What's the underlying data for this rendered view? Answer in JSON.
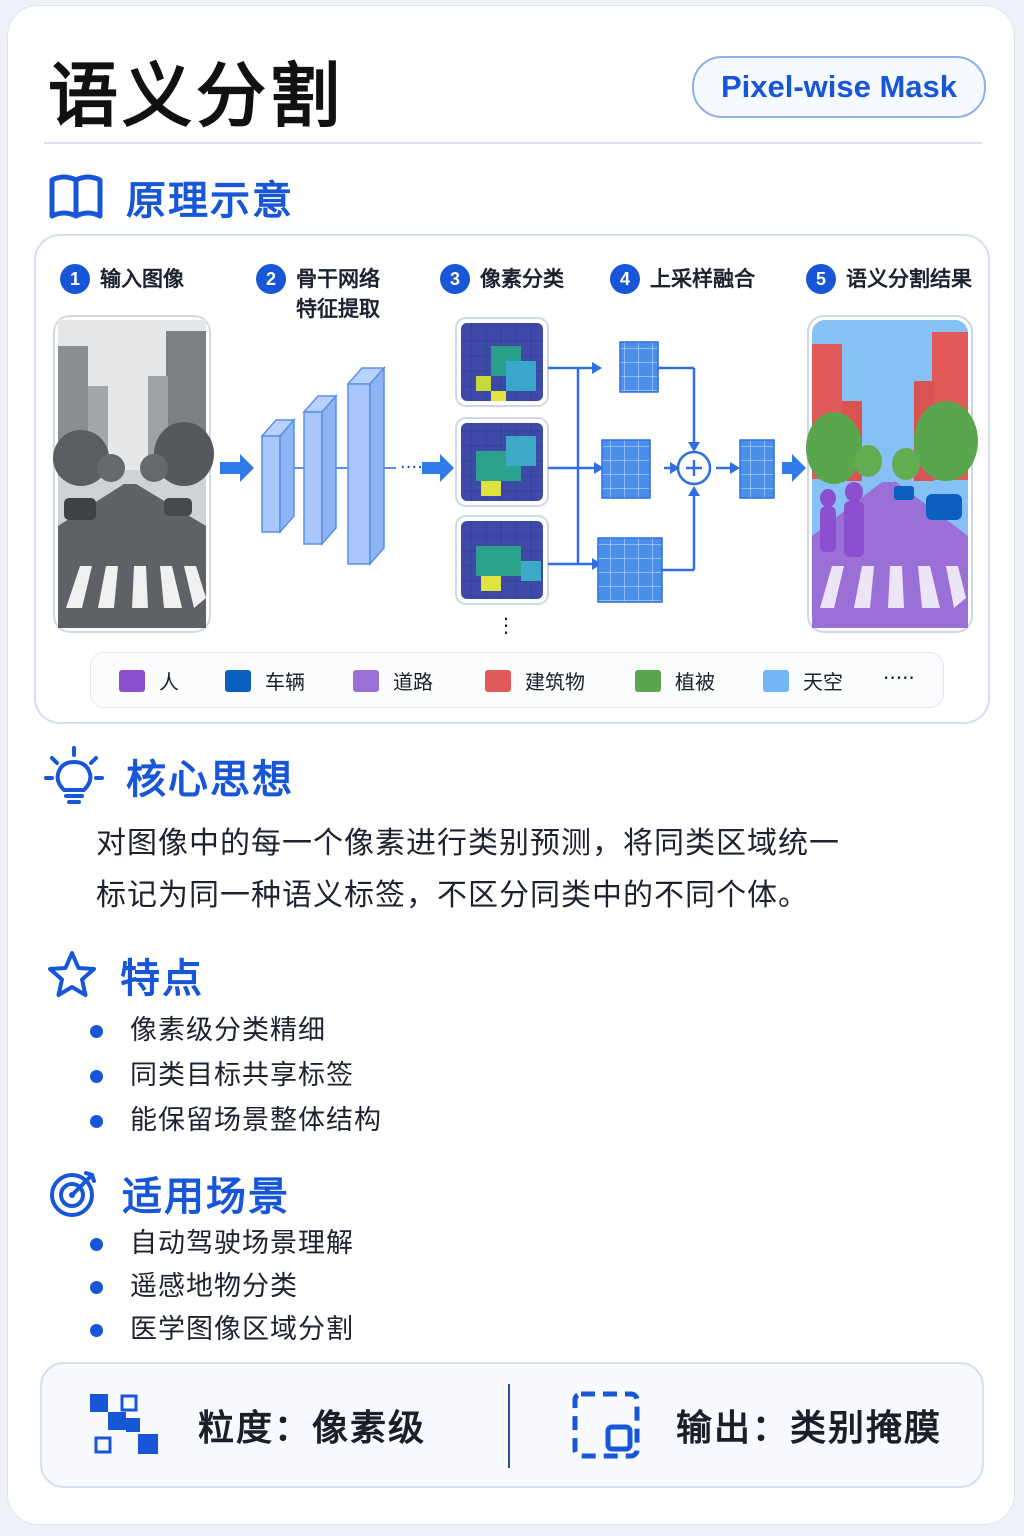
{
  "header": {
    "title": "语义分割",
    "badge": "Pixel-wise Mask"
  },
  "principle": {
    "heading": "原理示意",
    "steps": [
      {
        "num": "1",
        "label": "输入图像"
      },
      {
        "num": "2",
        "label": "骨干网络",
        "label2": "特征提取"
      },
      {
        "num": "3",
        "label": "像素分类"
      },
      {
        "num": "4",
        "label": "上采样融合"
      },
      {
        "num": "5",
        "label": "语义分割结果"
      }
    ],
    "legend": [
      {
        "label": "人",
        "color": "#8b4fd0"
      },
      {
        "label": "车辆",
        "color": "#0b5fbf"
      },
      {
        "label": "道路",
        "color": "#9a6fd6"
      },
      {
        "label": "建筑物",
        "color": "#e05a5a"
      },
      {
        "label": "植被",
        "color": "#5aa64c"
      },
      {
        "label": "天空",
        "color": "#74b5f3"
      }
    ],
    "legend_more": "·····"
  },
  "core": {
    "heading": "核心思想",
    "line1": "对图像中的每一个像素进行类别预测，将同类区域统一",
    "line2": "标记为同一种语义标签，不区分同类中的不同个体。"
  },
  "features": {
    "heading": "特点",
    "items": [
      "像素级分类精细",
      "同类目标共享标签",
      "能保留场景整体结构"
    ]
  },
  "scenarios": {
    "heading": "适用场景",
    "items": [
      "自动驾驶场景理解",
      "遥感地物分类",
      "医学图像区域分割"
    ]
  },
  "footer": {
    "granularity": "粒度：像素级",
    "output": "输出：类别掩膜"
  },
  "colors": {
    "accent": "#1756d6"
  }
}
